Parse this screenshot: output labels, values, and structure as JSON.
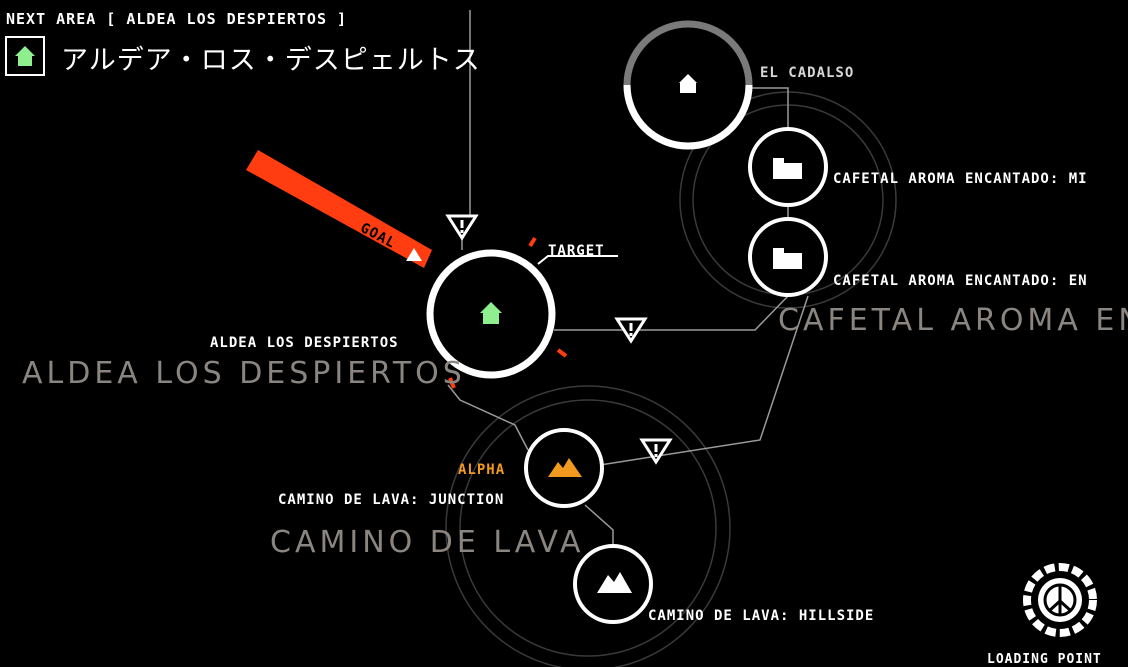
{
  "header": {
    "next_area_label": "NEXT AREA [ ALDEA LOS DESPIERTOS ]",
    "destination_jp": "アルデア・ロス・デスピェルトス"
  },
  "nodes": {
    "el_cadalso": "EL CADALSO",
    "cafetal_1": "CAFETAL AROMA ENCANTADO: MI",
    "cafetal_2": "CAFETAL AROMA ENCANTADO: EN",
    "aldea": "ALDEA LOS DESPIERTOS",
    "target": "TARGET",
    "goal": "GOAL",
    "alpha": "ALPHA",
    "junction": "CAMINO DE LAVA: JUNCTION",
    "hillside": "CAMINO DE LAVA: HILLSIDE"
  },
  "regions": {
    "aldea": "ALDEA LOS DESPIERTOS",
    "cafetal": "CAFETAL AROMA EN",
    "camino": "CAMINO DE LAVA"
  },
  "loading": {
    "label": "LOADING POINT"
  },
  "colors": {
    "goal_bar": "#ff3d10",
    "alpha": "#f29a1f",
    "home_icon": "#8fef8f",
    "region_text": "#8a8580"
  }
}
